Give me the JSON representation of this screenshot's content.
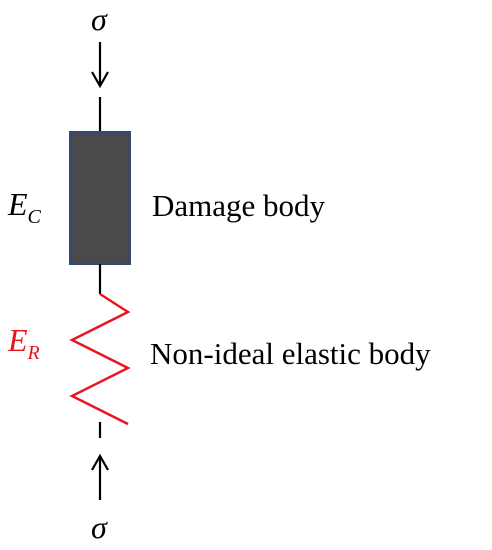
{
  "top_load": {
    "symbol": "σ"
  },
  "bottom_load": {
    "symbol": "σ"
  },
  "damage_element": {
    "modulus_base": "E",
    "modulus_subscript": "C",
    "label": "Damage body",
    "fill_color": "#4a4a4a",
    "border_color": "#2e4a78",
    "text_color": "#000000"
  },
  "elastic_element": {
    "modulus_base": "E",
    "modulus_subscript": "R",
    "label": "Non-ideal elastic body",
    "color": "#e8141c"
  }
}
